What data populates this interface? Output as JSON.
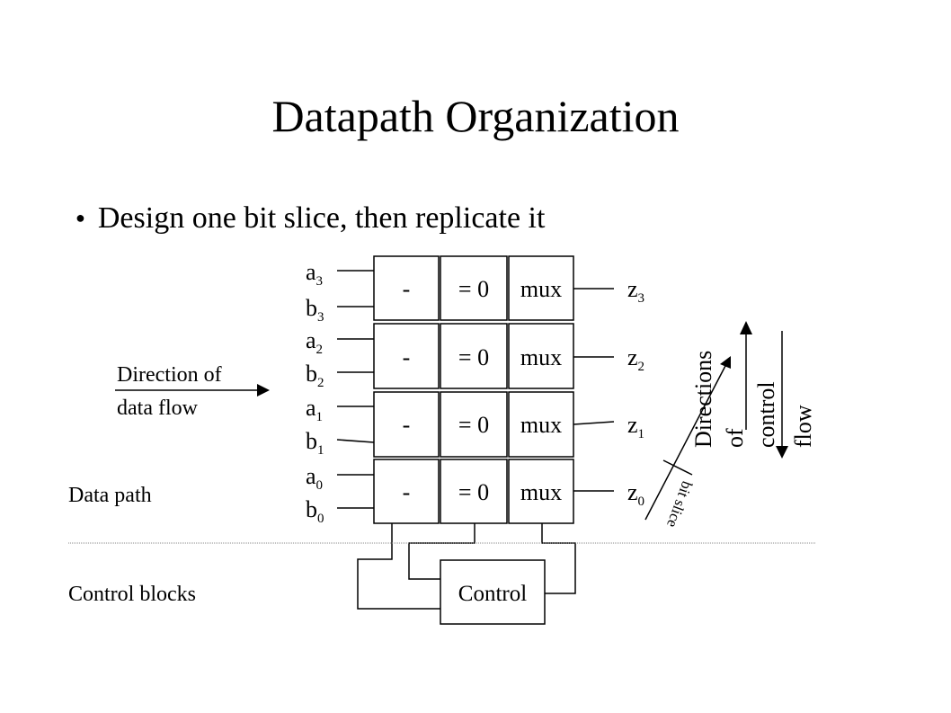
{
  "title": "Datapath Organization",
  "bullet": "Design one bit slice, then replicate it",
  "diagram": {
    "inputs": [
      {
        "a": "a",
        "a_sub": "3",
        "b": "b",
        "b_sub": "3"
      },
      {
        "a": "a",
        "a_sub": "2",
        "b": "b",
        "b_sub": "2"
      },
      {
        "a": "a",
        "a_sub": "1",
        "b": "b",
        "b_sub": "1"
      },
      {
        "a": "a",
        "a_sub": "0",
        "b": "b",
        "b_sub": "0"
      }
    ],
    "cells": [
      "-",
      "= 0",
      "mux"
    ],
    "outputs": [
      {
        "z": "z",
        "sub": "3"
      },
      {
        "z": "z",
        "sub": "2"
      },
      {
        "z": "z",
        "sub": "1"
      },
      {
        "z": "z",
        "sub": "0"
      }
    ],
    "data_flow_label_1": "Direction of",
    "data_flow_label_2": "data flow",
    "data_path_label": "Data path",
    "control_blocks_label": "Control blocks",
    "control_label": "Control",
    "directions_label_1": "Directions",
    "directions_label_2": "of",
    "control_flow_label_1": "control",
    "control_flow_label_2": "flow",
    "bit_slice_label": "bit slice"
  }
}
